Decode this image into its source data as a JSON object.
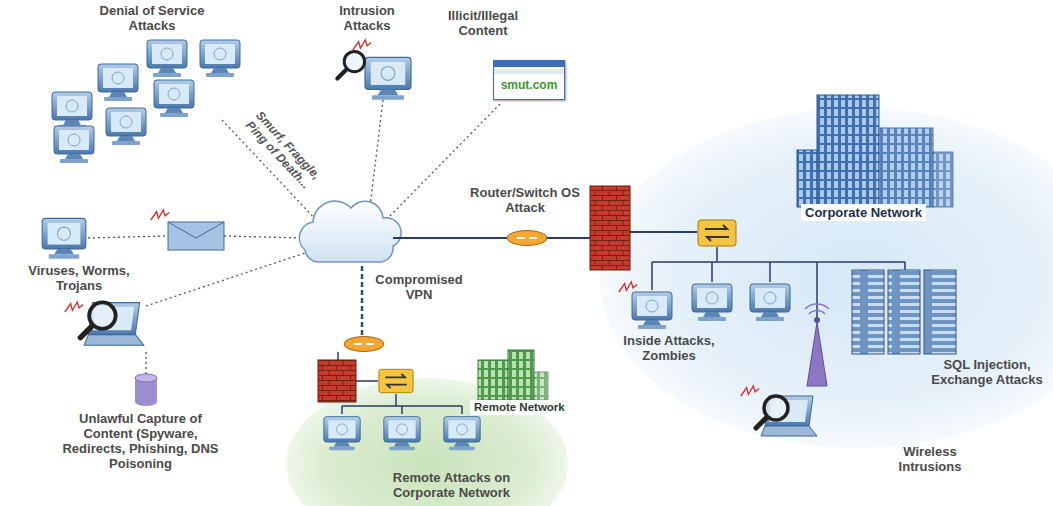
{
  "diagram": {
    "nodes": [
      {
        "text": [
          "smut.com"
        ]
      },
      {
        "text": [
          "Corporate Network",
          "Inside Attacks, Zombies",
          "SQL Injection, Exchange Attacks"
        ]
      },
      {
        "text": [
          "Remote Network",
          "Remote Attacks on Corporate Network"
        ]
      }
    ],
    "labels": [
      "Denial of Service Attacks",
      "Intrusion Attacks",
      "Illicit/Illegal Content",
      "Smurf, Fraggle, Ping of Death...",
      "Router/Switch OS Attack",
      "Viruses, Worms, Trojans",
      "Compromised VPN",
      "Unlawful Capture of Content (Spyware, Redirects, Phishing, DNS Poisoning",
      "Wireless Intrusions"
    ]
  }
}
